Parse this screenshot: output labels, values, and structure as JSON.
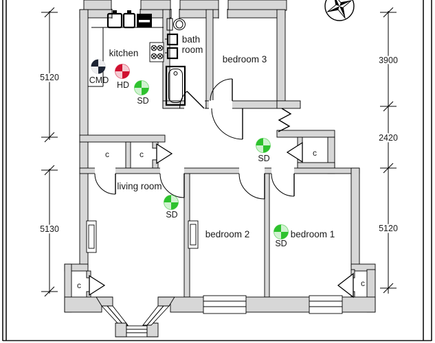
{
  "drawing": {
    "type": "apartment floor plan",
    "rooms": {
      "kitchen": "kitchen",
      "bathroom_line1": "bath",
      "bathroom_line2": "room",
      "bedroom3": "bedroom 3",
      "living_room": "living room",
      "bedroom2": "bedroom 2",
      "bedroom1": "bedroom 1"
    },
    "closet_label": "c",
    "detectors": {
      "cmd": {
        "label": "CMD",
        "color": "#1d2433"
      },
      "hd": {
        "label": "HD",
        "color": "#d01030"
      },
      "sd": {
        "label": "SD",
        "color": "#2ec22e"
      }
    },
    "dimensions": {
      "left_top": "5120",
      "left_bottom": "5130",
      "right_top": "3900",
      "right_middle": "2420",
      "right_bottom": "5120"
    },
    "colors": {
      "wall_fill": "#d7d7d7",
      "line": "#000000"
    },
    "icons": {
      "compass": "north-compass-icon"
    }
  }
}
